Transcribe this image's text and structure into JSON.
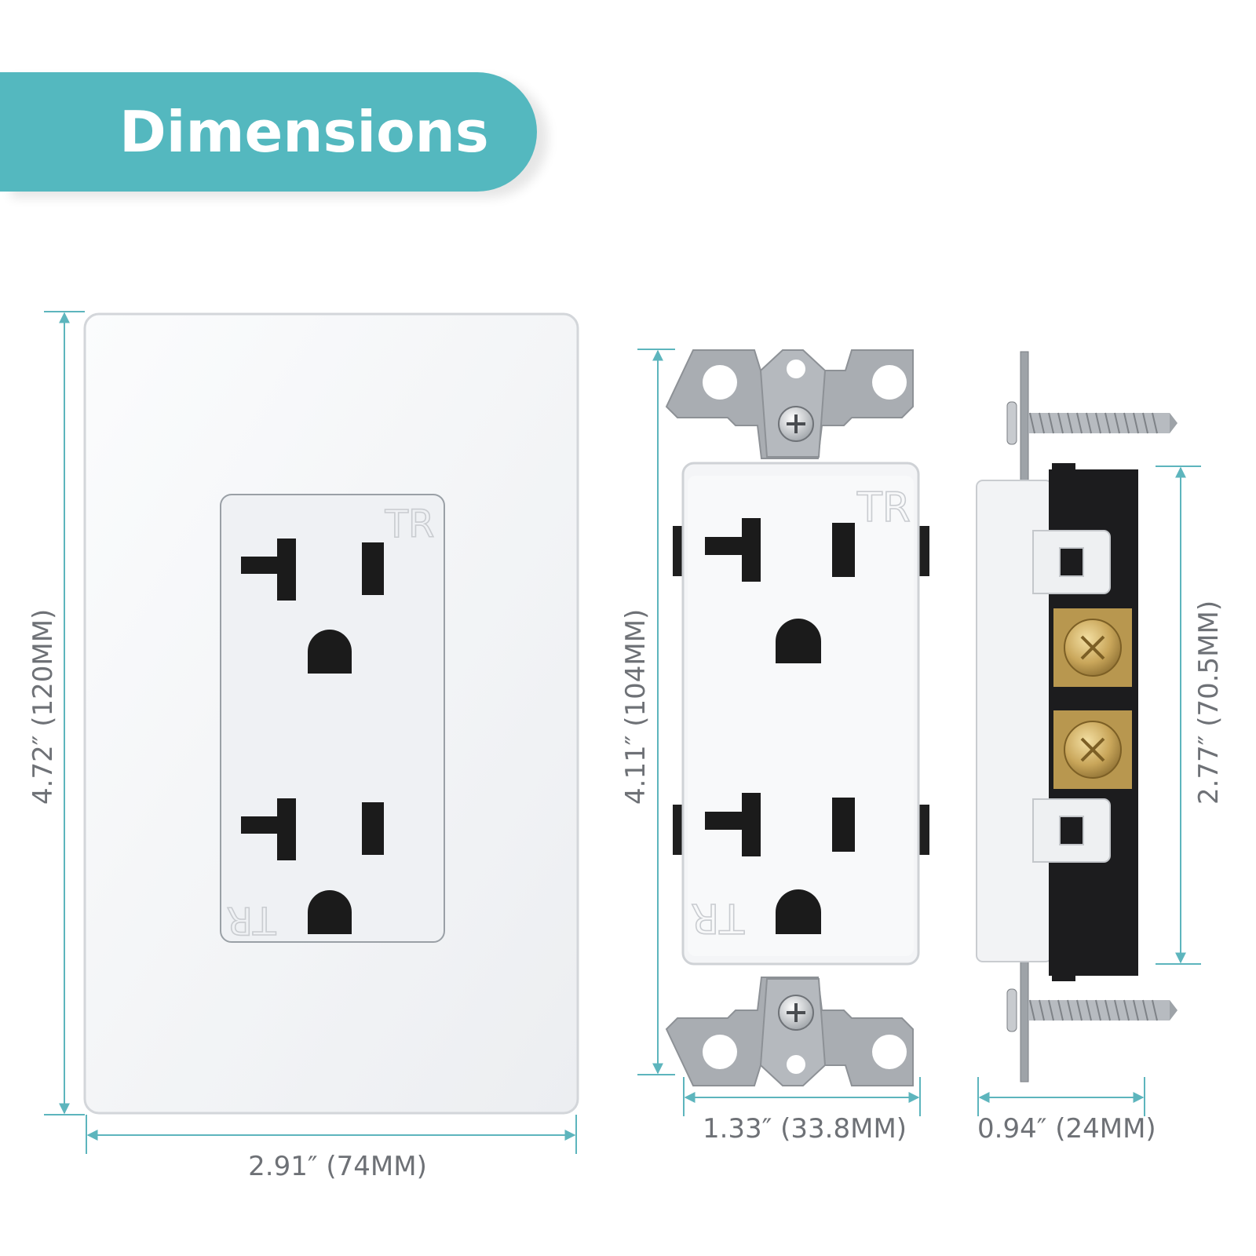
{
  "header": {
    "title": "Dimensions"
  },
  "marks": {
    "tr": "TR"
  },
  "dimensions": {
    "plate_height": "4.72″ (120MM)",
    "plate_width": "2.91″ (74MM)",
    "outlet_height": "4.11″ (104MM)",
    "outlet_width": "1.33″ (33.8MM)",
    "side_height": "2.77″ (70.5MM)",
    "side_depth": "0.94″ (24MM)"
  },
  "colors": {
    "accent": "#54b8bf",
    "dimension_line": "#5db5bd",
    "metal": "#a9adb2",
    "body": "#f4f5f7",
    "brass": "#c6a45a"
  }
}
